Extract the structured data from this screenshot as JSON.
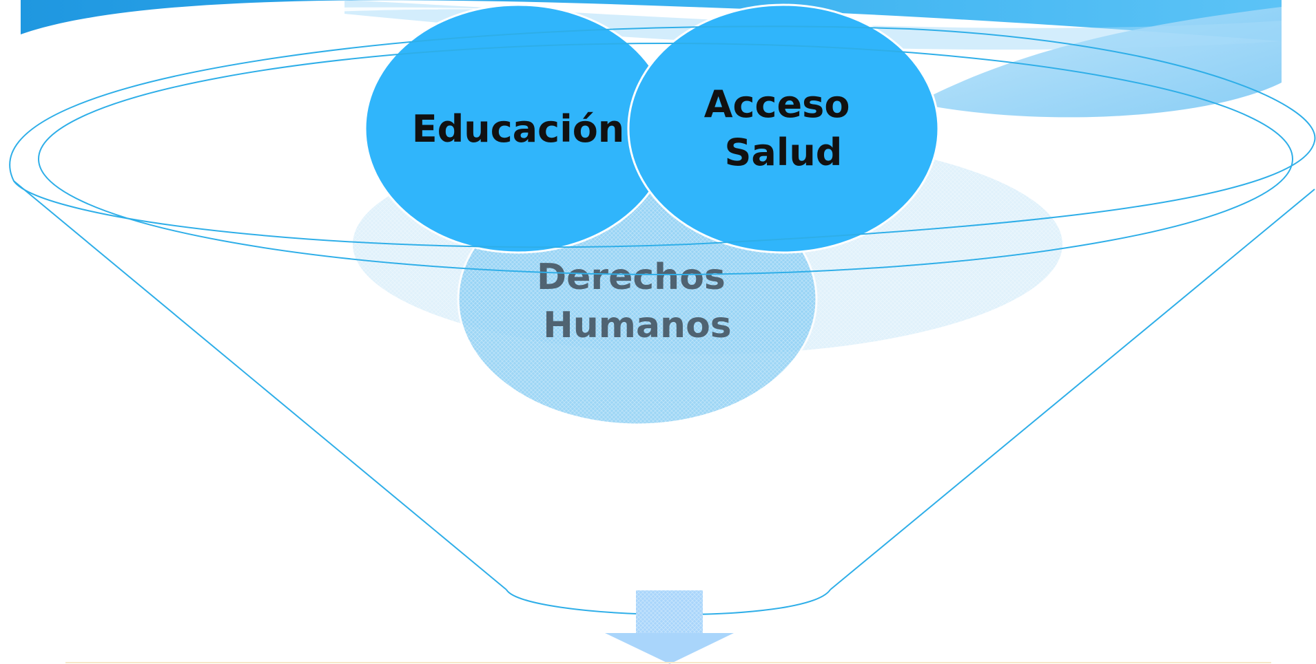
{
  "diagram": {
    "circles": {
      "educacion": {
        "lines": [
          "Educación"
        ]
      },
      "acceso_salud": {
        "lines": [
          "Acceso",
          "Salud"
        ]
      },
      "derechos_humanos": {
        "lines": [
          "Derechos",
          "Humanos"
        ]
      }
    },
    "colors": {
      "circle_fill": "#30b5fb",
      "outline": "#2eaee8",
      "faded_fill": "#bfe3f8",
      "arrow_fill": "#a9d5fb",
      "wave_dark": "#2a9fe4",
      "wave_light": "#8fd0f6"
    }
  }
}
